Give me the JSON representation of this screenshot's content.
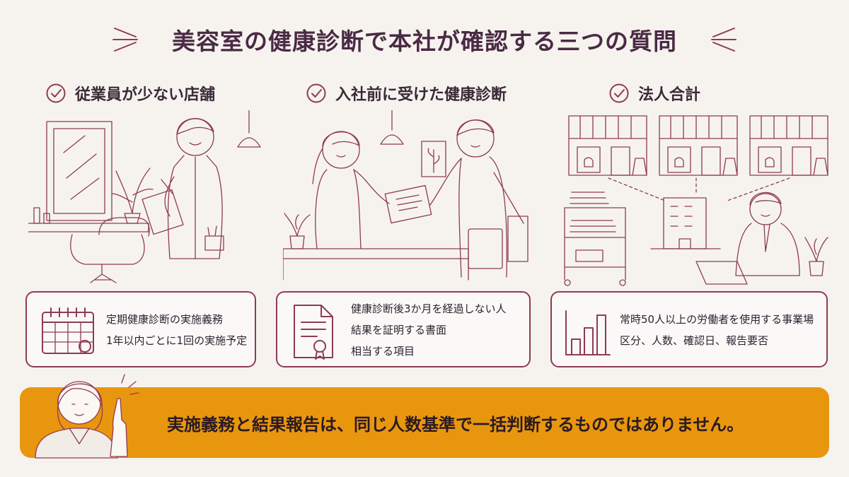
{
  "title": "美容室の健康診断で本社が確認する三つの質問",
  "columns": [
    {
      "heading": "従業員が少ない店舗",
      "icon": "calendar-icon",
      "lines": [
        "定期健康診断の実施義務",
        "1年以内ごとに1回の実施予定"
      ]
    },
    {
      "heading": "入社前に受けた健康診断",
      "icon": "certificate-document-icon",
      "lines": [
        "健康診断後3か月を経過しない人",
        "結果を証明する書面",
        "相当する項目"
      ]
    },
    {
      "heading": "法人合計",
      "icon": "bar-chart-icon",
      "lines": [
        "常時50人以上の労働者を使用する事業場",
        "区分、人数、確認日、報告要否"
      ]
    }
  ],
  "banner": {
    "text": "実施義務と結果報告は、同じ人数基準で一括判断するものではありません。"
  },
  "colors": {
    "background": "#f6f3ef",
    "accent": "#8e3b54",
    "banner": "#e9960f",
    "text": "#3a2a36"
  }
}
